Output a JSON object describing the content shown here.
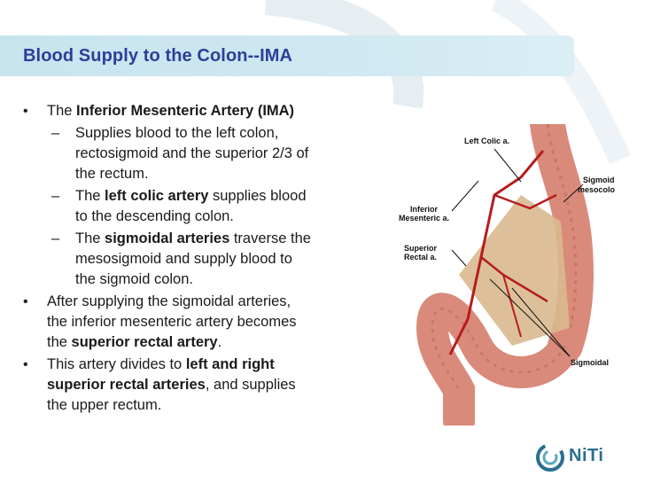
{
  "slide": {
    "title": "Blood Supply to the Colon--IMA"
  },
  "bullets": {
    "b1": {
      "pre": "The ",
      "bold": "Inferior Mesenteric Artery (IMA)"
    },
    "b1_s1": {
      "lines": [
        "Supplies blood to the left colon,",
        "rectosigmoid and the superior 2/3 of",
        "the rectum."
      ]
    },
    "b1_s2": {
      "pre": "The ",
      "bold": "left colic artery",
      "post": " supplies blood",
      "line2": "to the descending colon."
    },
    "b1_s3": {
      "pre": "The ",
      "bold": "sigmoidal arteries",
      "post": " traverse the",
      "line2": "mesosigmoid and supply blood to",
      "line3": "the sigmoid colon."
    },
    "b2": {
      "line1": "After supplying the sigmoidal arteries,",
      "line2": "the inferior mesenteric artery becomes",
      "pre3": "the ",
      "bold3": "superior rectal artery",
      "post3": "."
    },
    "b3": {
      "pre1": "This artery divides to ",
      "bold1": "left and right",
      "bold2": "superior rectal arteries",
      "post2": ", and supplies",
      "line3": "the upper rectum."
    }
  },
  "figure": {
    "labels": {
      "left_colic": "Left Colic a.",
      "sigmoid_meso_1": "Sigmoid",
      "sigmoid_meso_2": "mesocolo",
      "inferior_1": "Inferior",
      "inferior_2": "Mesenteric a.",
      "superior_1": "Superior",
      "superior_2": "Rectal a.",
      "sigmoidal": "Sigmoidal"
    }
  },
  "logo": {
    "text": "NiTi"
  },
  "colors": {
    "title": "#2d3e9a",
    "title_bar": "#cfe8f1",
    "colon": "#d98a7a",
    "artery": "#b51d1d",
    "mesentery": "#d9b98e",
    "logo": "#2a6f8f"
  }
}
